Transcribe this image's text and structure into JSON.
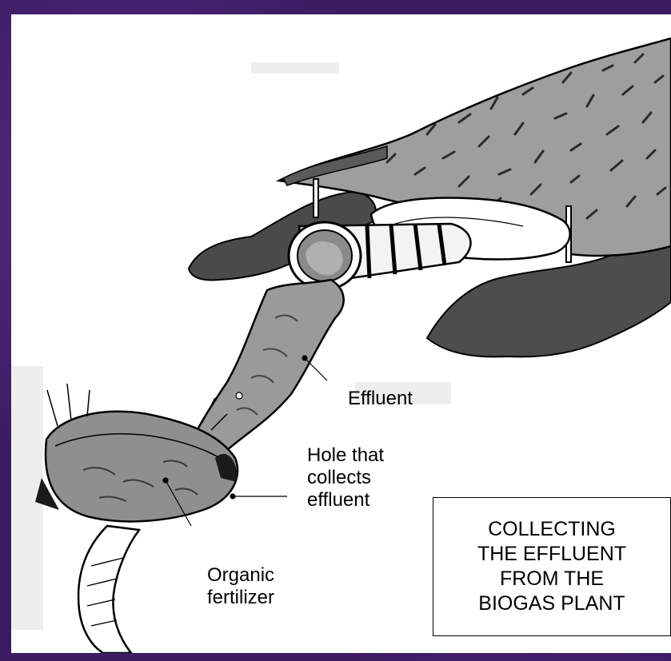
{
  "labels": {
    "effluent": "Effluent",
    "hole": "Hole that\ncollects\neffluent",
    "fertilizer": "Organic\nfertilizer"
  },
  "caption": "COLLECTING\nTHE EFFLUENT\nFROM THE\nBIOGAS  PLANT",
  "colors": {
    "border": "#3b1b61",
    "ink": "#000000",
    "slurry": "#8f8f8f",
    "dark_slurry": "#555555",
    "thatch": "#9b9b9b"
  }
}
